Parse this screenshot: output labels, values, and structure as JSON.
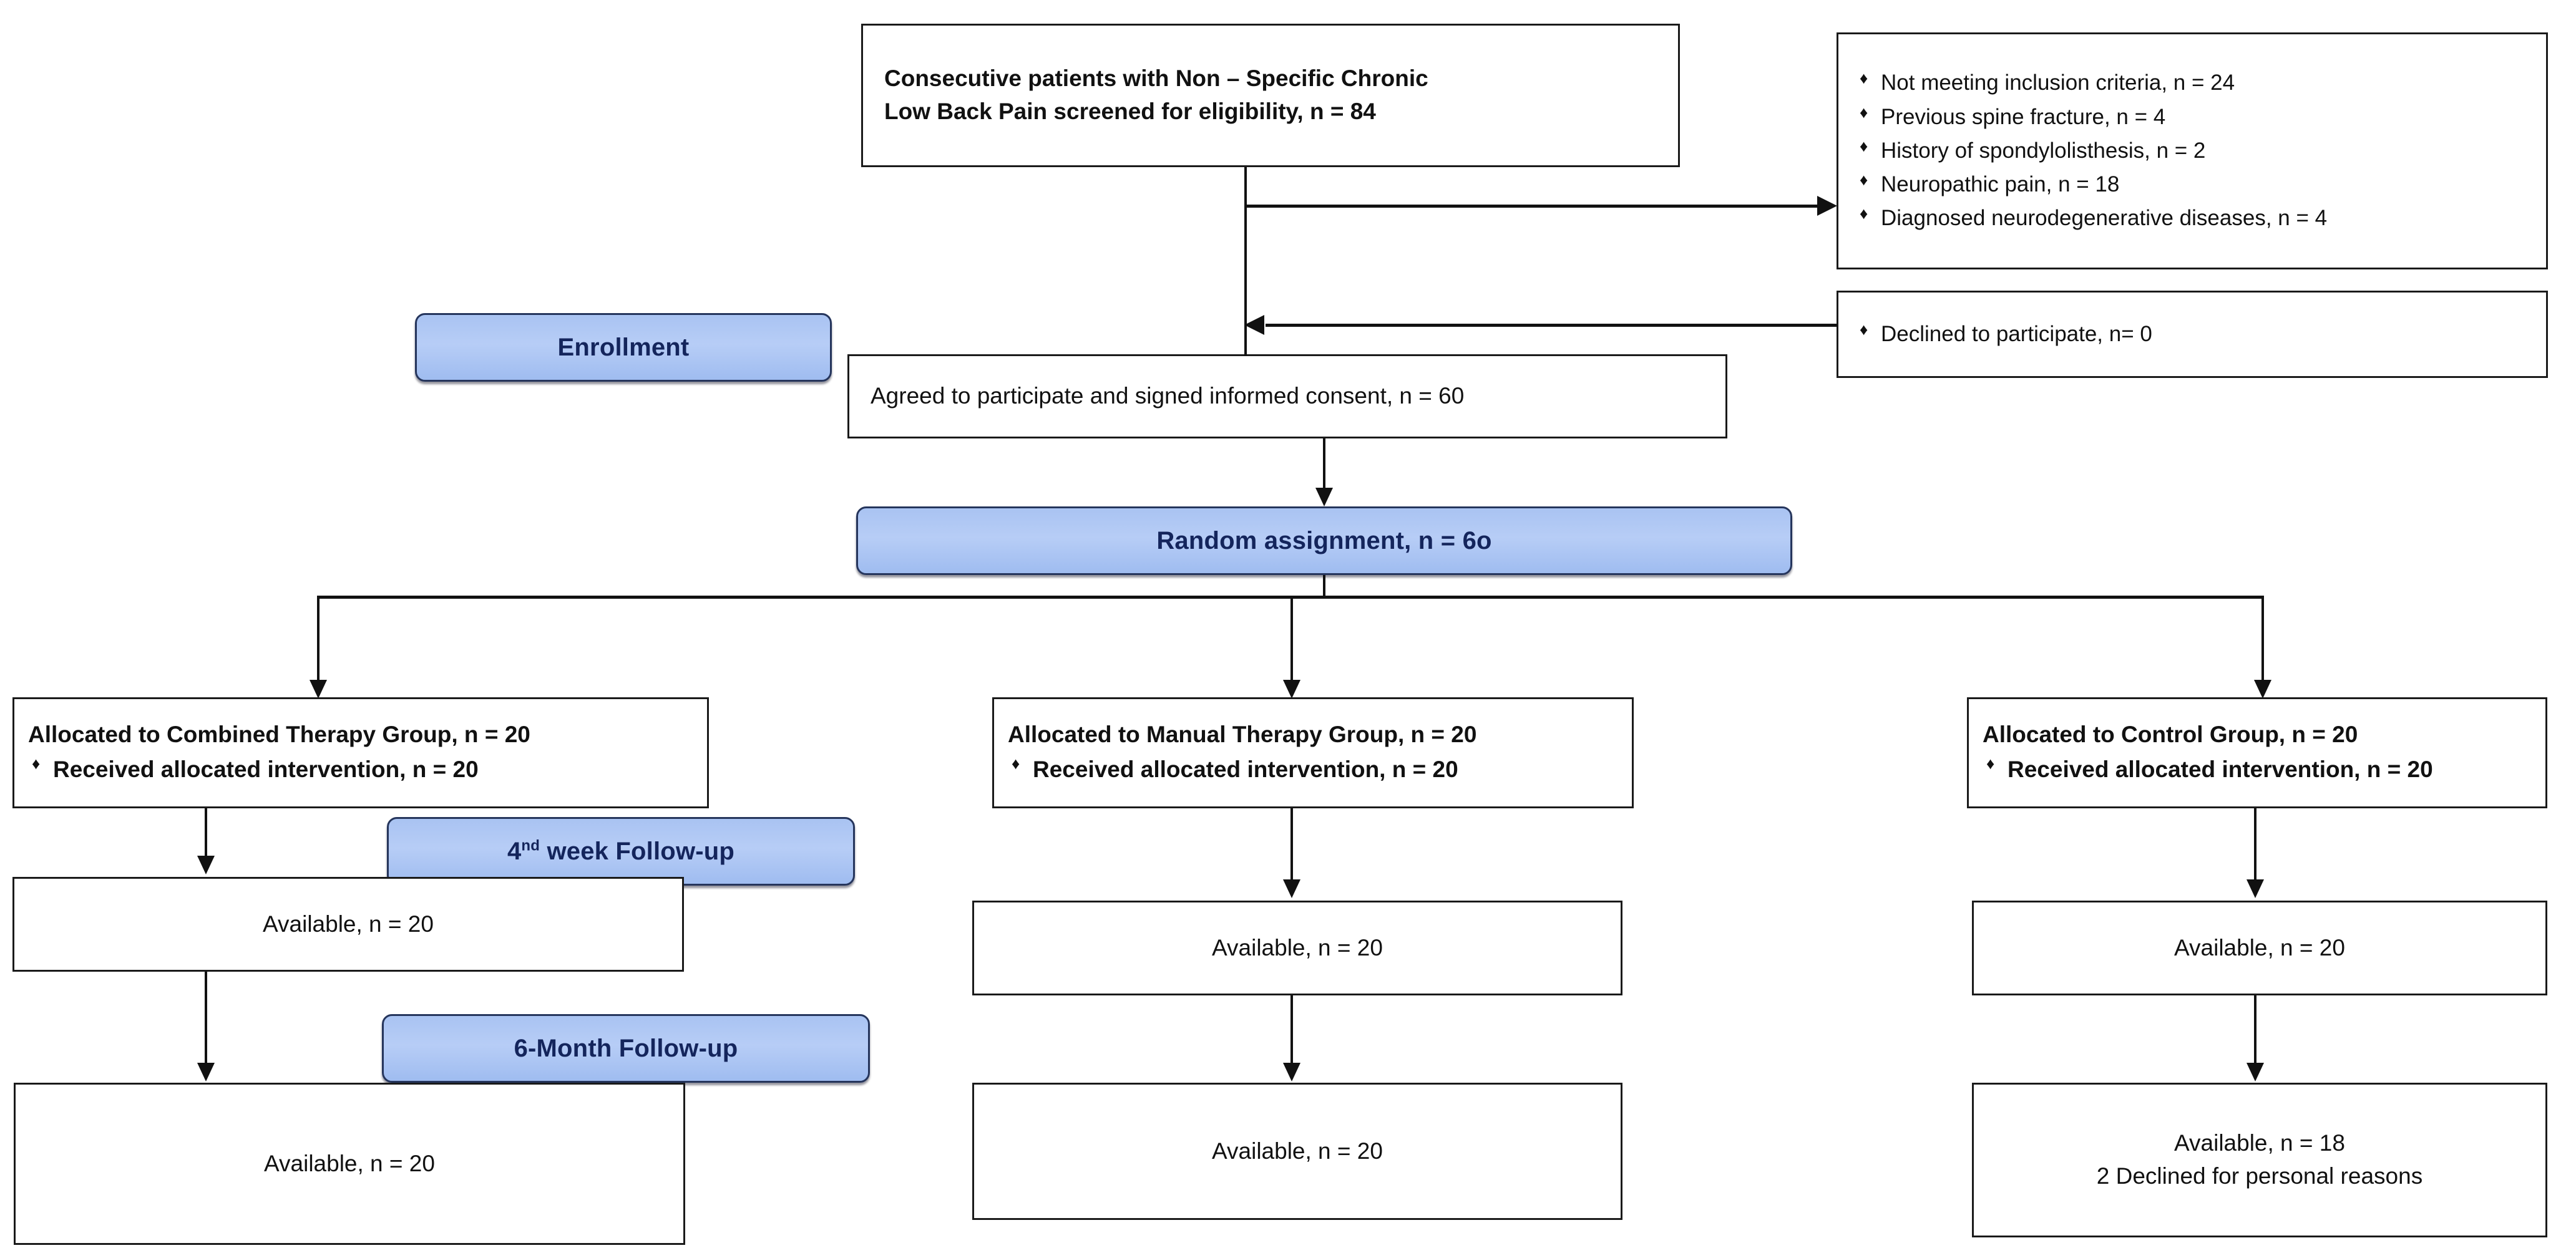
{
  "diagram": {
    "type": "consort-flow-diagram",
    "accent_blue": "#b0c9f5",
    "accent_blue_text": "#14255c",
    "border_color": "#1a1a1a"
  },
  "screening": {
    "line1": "Consecutive patients with Non – Specific Chronic",
    "line2": "Low Back Pain screened for eligibility, n = 84"
  },
  "excluded": {
    "items": [
      "Not meeting inclusion criteria, n = 24",
      "Previous spine fracture, n = 4",
      "History of spondylolisthesis, n = 2",
      "Neuropathic pain, n = 18",
      "Diagnosed neurodegenerative diseases, n = 4"
    ]
  },
  "declined": {
    "item": "Declined to participate, n= 0"
  },
  "stages": {
    "enrollment": "Enrollment",
    "randomization": "Random assignment, n = 6o",
    "followup_week_prefix": "4",
    "followup_week_sup": "nd",
    "followup_week_suffix": " week Follow-up",
    "followup_month": "6-Month Follow-up"
  },
  "consent": {
    "text": "Agreed to participate and signed informed consent, n = 60"
  },
  "arms": [
    {
      "allocation_title": "Allocated to Combined Therapy Group, n = 20",
      "allocation_bullet": "Received allocated intervention, n = 20",
      "week4_line1": "Available,  n = 20",
      "week4_line2": "",
      "month6_line1": "Available,  n = 20",
      "month6_line2": ""
    },
    {
      "allocation_title": "Allocated to Manual Therapy Group, n = 20",
      "allocation_bullet": "Received allocated intervention, n = 20",
      "week4_line1": "Available,  n = 20",
      "week4_line2": "",
      "month6_line1": "Available,  n = 20",
      "month6_line2": ""
    },
    {
      "allocation_title": "Allocated to Control Group, n = 20",
      "allocation_bullet": "Received allocated intervention, n = 20",
      "week4_line1": "Available,  n = 20",
      "week4_line2": "",
      "month6_line1": "Available,  n = 18",
      "month6_line2": "2 Declined for personal reasons"
    }
  ]
}
